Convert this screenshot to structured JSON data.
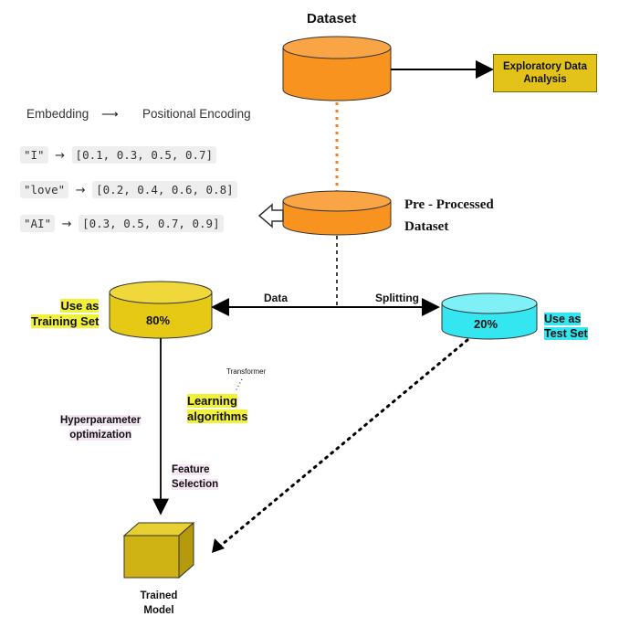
{
  "title": "Dataset",
  "eda_label": "Exploratory Data Analysis",
  "embedding": {
    "left": "Embedding",
    "right": "Positional Encoding"
  },
  "tokens": [
    {
      "word": "\"I\"",
      "vector": "[0.1, 0.3, 0.5, 0.7]"
    },
    {
      "word": "\"love\"",
      "vector": "[0.2, 0.4, 0.6, 0.8]"
    },
    {
      "word": "\"AI\"",
      "vector": "[0.3, 0.5, 0.7, 0.9]"
    }
  ],
  "preprocessed": {
    "line1": "Pre - Processed",
    "line2": "Dataset"
  },
  "split": {
    "left": "Data",
    "right": "Splitting"
  },
  "training": {
    "percent": "80%",
    "line1": "Use as",
    "line2": "Training Set"
  },
  "test": {
    "percent": "20%",
    "line1": "Use as",
    "line2": "Test Set"
  },
  "transformer": "Transformer",
  "learning": {
    "line1": "Learning",
    "line2": "algorithms"
  },
  "hyper": {
    "line1": "Hyperparameter",
    "line2": "optimization"
  },
  "feature": {
    "line1": "Feature",
    "line2": "Selection"
  },
  "model": {
    "line1": "Trained",
    "line2": "Model"
  },
  "colors": {
    "orange": "#f7931e",
    "yellow": "#e6c915",
    "cyan": "#33e6f0",
    "highlight_yellow": "#f1f13a",
    "highlight_pink": "#f4e6f3"
  }
}
